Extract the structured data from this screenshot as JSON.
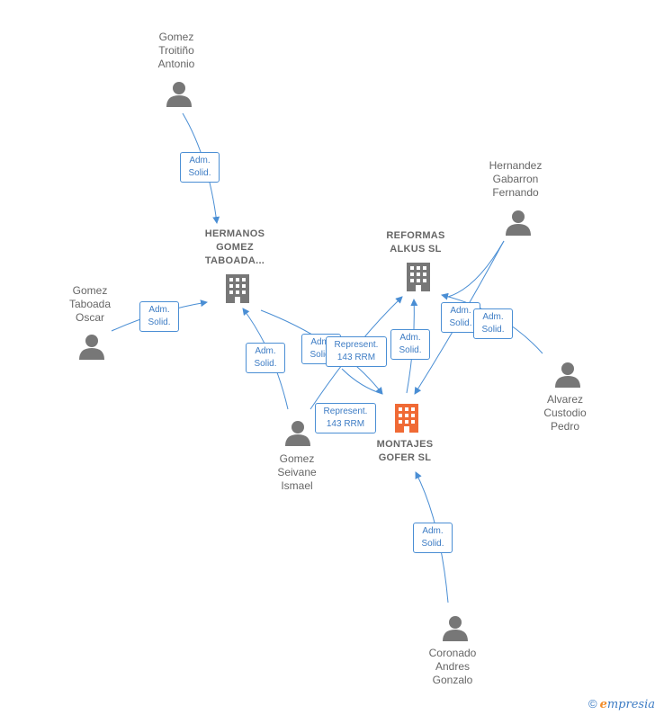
{
  "nodes": {
    "gomez_troitino": {
      "label": "Gomez\nTroitiño\nAntonio",
      "icon": "person-icon"
    },
    "hermanos_gomez": {
      "label": "HERMANOS\nGOMEZ\nTABOADA...",
      "icon": "building-icon"
    },
    "gomez_taboada": {
      "label": "Gomez\nTaboada\nOscar",
      "icon": "person-icon"
    },
    "reformas_alkus": {
      "label": "REFORMAS\nALKUS  SL",
      "icon": "building-icon"
    },
    "hernandez": {
      "label": "Hernandez\nGabarron\nFernando",
      "icon": "person-icon"
    },
    "alvarez": {
      "label": "Alvarez\nCustodio\nPedro",
      "icon": "person-icon"
    },
    "montajes_gofer": {
      "label": "MONTAJES\nGOFER  SL",
      "icon": "building-icon",
      "highlight": "#f06a35"
    },
    "gomez_seivane": {
      "label": "Gomez\nSeivane\nIsmael",
      "icon": "person-icon"
    },
    "coronado": {
      "label": "Coronado\nAndres\nGonzalo",
      "icon": "person-icon"
    }
  },
  "edges": {
    "e1": "Adm.\nSolid.",
    "e2": "Adm.\nSolid.",
    "e3": "Adm.\nSolid.",
    "e4": "Adm.\nSolid.",
    "e5": "Represent.\n143 RRM",
    "e6": "Represent.\n143 RRM",
    "e7": "Adm.\nSolid.",
    "e8": "Adm.\nSolid.",
    "e9": "Adm.\nSolid.",
    "e10": "Adm.\nSolid."
  },
  "colors": {
    "edge": "#4a8ed4",
    "node": "#777777",
    "focus": "#f06a35"
  },
  "footer": {
    "copyright": "©",
    "brand_initial": "e",
    "brand_rest": "mpresia"
  }
}
